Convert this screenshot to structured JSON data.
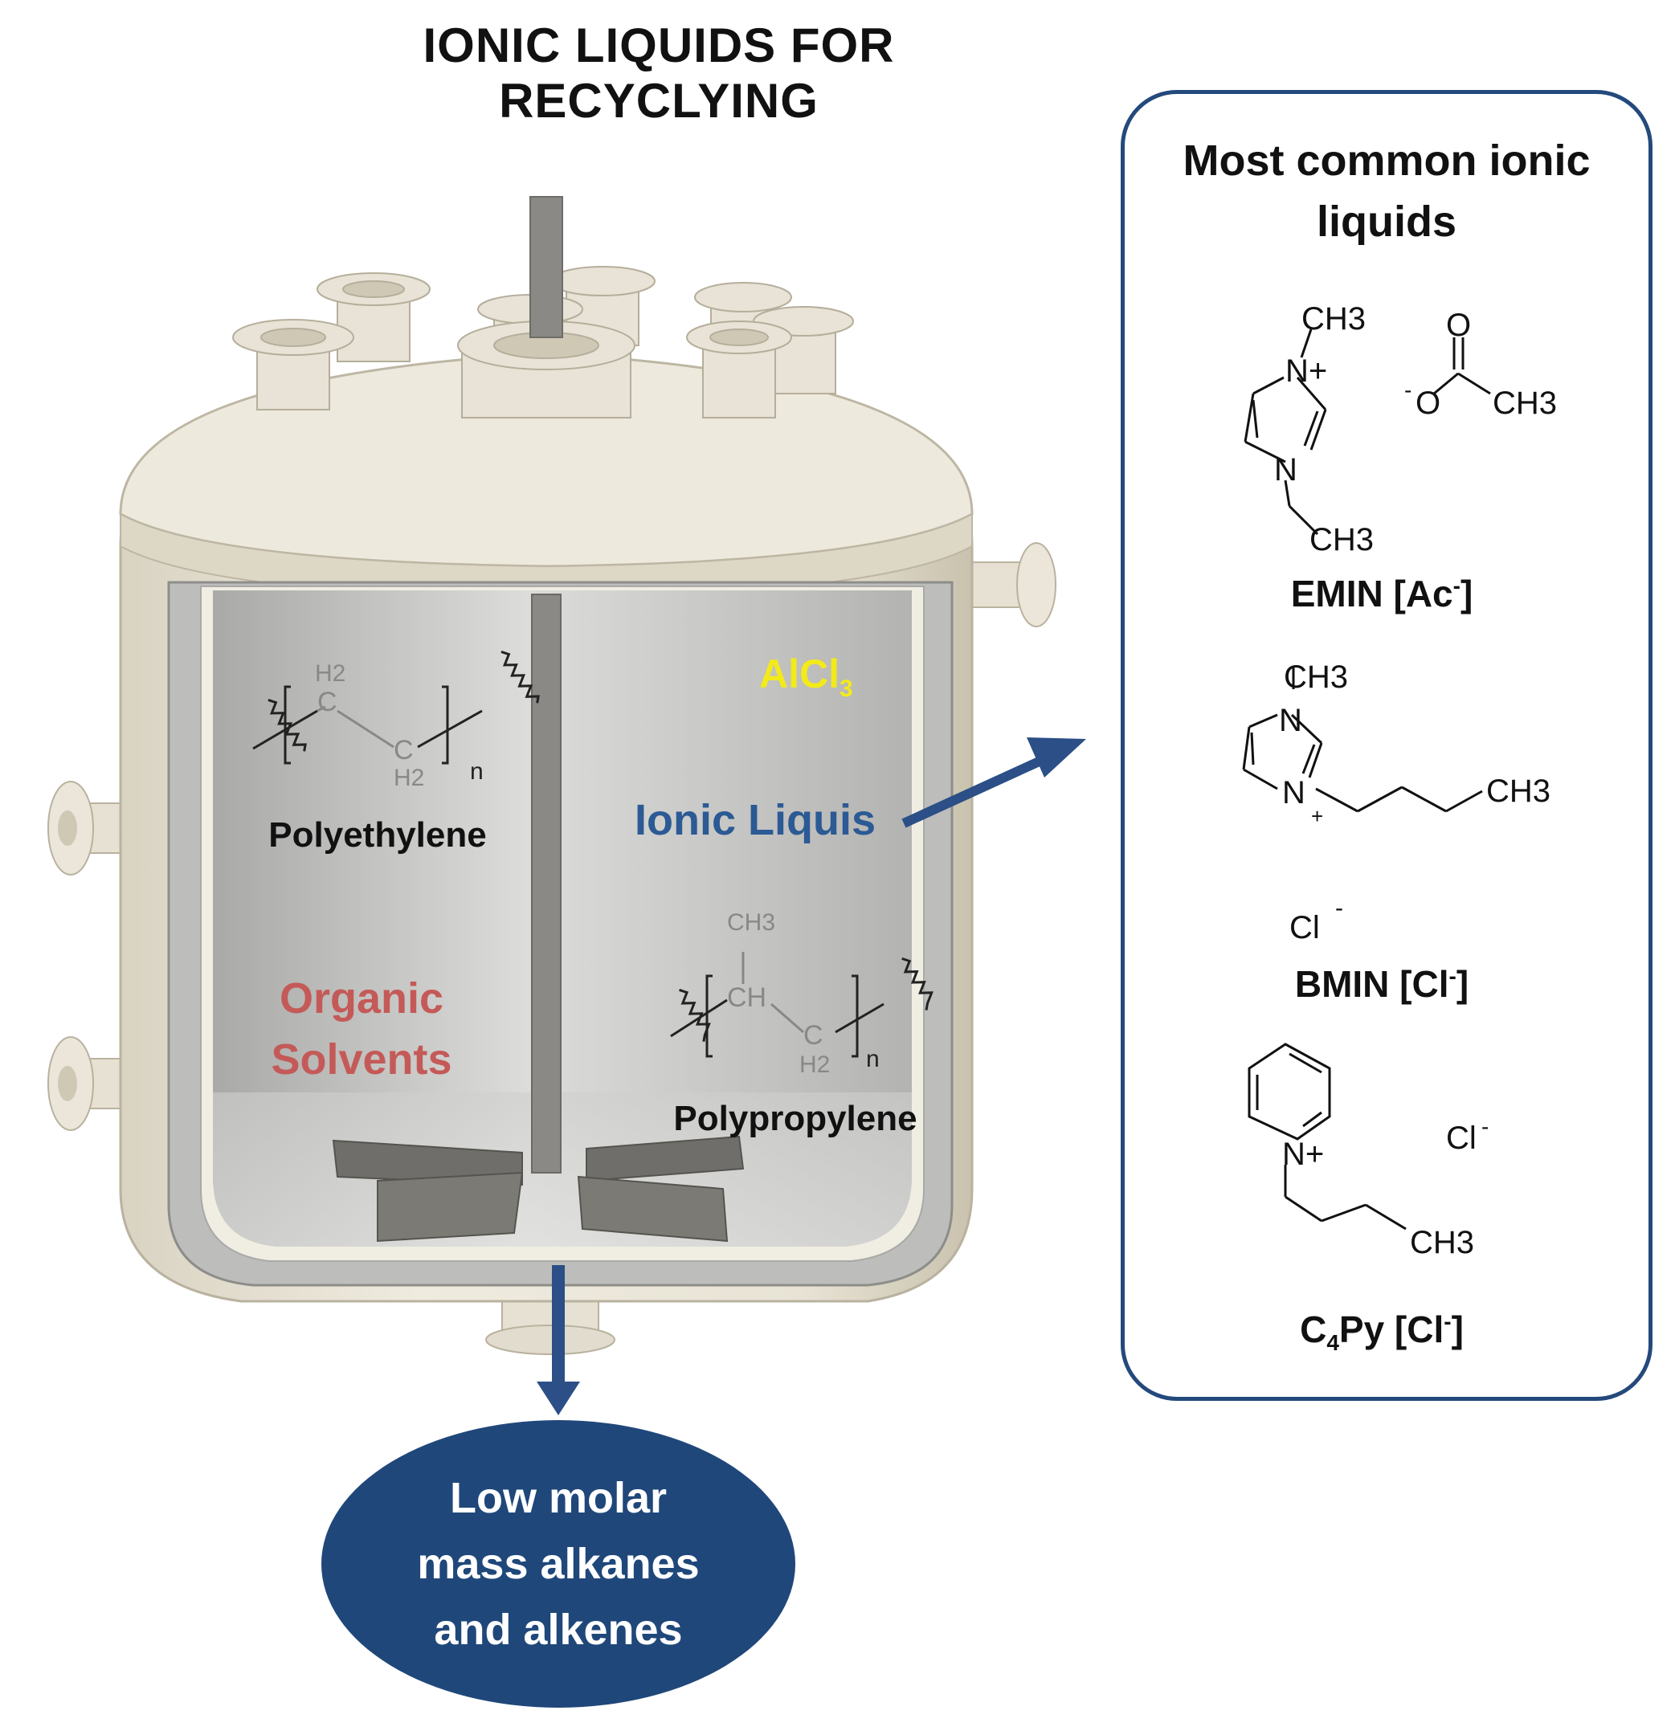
{
  "title": "IONIC LIQUIDS FOR RECYCLYING",
  "reactor": {
    "polyethylene_label": "Polyethylene",
    "polypropylene_label": "Polypropylene",
    "catalyst_main": "AlCl",
    "catalyst_sub": "3",
    "ionic_label": "Ionic Liquis",
    "solvent_line1": "Organic",
    "solvent_line2": "Solvents",
    "pe_formula": {
      "h2_top": "H2",
      "c_top": "C",
      "c_bottom": "C",
      "h2_bottom": "H2",
      "n": "n"
    },
    "pp_formula": {
      "ch3": "CH3",
      "ch": "CH",
      "c": "C",
      "h2": "H2",
      "n": "n"
    }
  },
  "panel": {
    "title_line1": "Most common ionic",
    "title_line2": "liquids",
    "compounds": [
      {
        "name": "EMIN [Ac",
        "sup": "-",
        "close": "]",
        "atoms": {
          "ch3_top": "CH3",
          "n_plus": "N+",
          "n": "N",
          "ch3_bottom": "CH3",
          "o_double": "O",
          "o_minus": "O",
          "minus": "-",
          "ch3_right": "CH3"
        }
      },
      {
        "name": "BMIN [Cl",
        "sup": "-",
        "close": "]",
        "atoms": {
          "ch3_top": "CH3",
          "n_top": "N",
          "n_bottom": "N",
          "plus": "+",
          "ch3_right": "CH3",
          "cl": "Cl",
          "minus": "-"
        }
      },
      {
        "name_pre": "C",
        "name_sub": "4",
        "name_post": "Py [Cl",
        "sup": "-",
        "close": "]",
        "atoms": {
          "n_plus": "N+",
          "cl": "Cl",
          "minus": "-",
          "ch3": "CH3"
        }
      }
    ]
  },
  "outcome": {
    "line1": "Low molar",
    "line2": "mass alkanes",
    "line3": "and alkenes"
  },
  "colors": {
    "reactor_body": "#e5e0d2",
    "reactor_interior": "#c7c7c5",
    "metal": "#7e7d79",
    "arrow_blue": "#2b4f86",
    "outcome_fill": "#1f477a",
    "panel_border": "#24497c",
    "catalyst_yellow": "#f3ea1a",
    "ionic_blue": "#2b5a94",
    "solvent_red": "#c45a58"
  }
}
